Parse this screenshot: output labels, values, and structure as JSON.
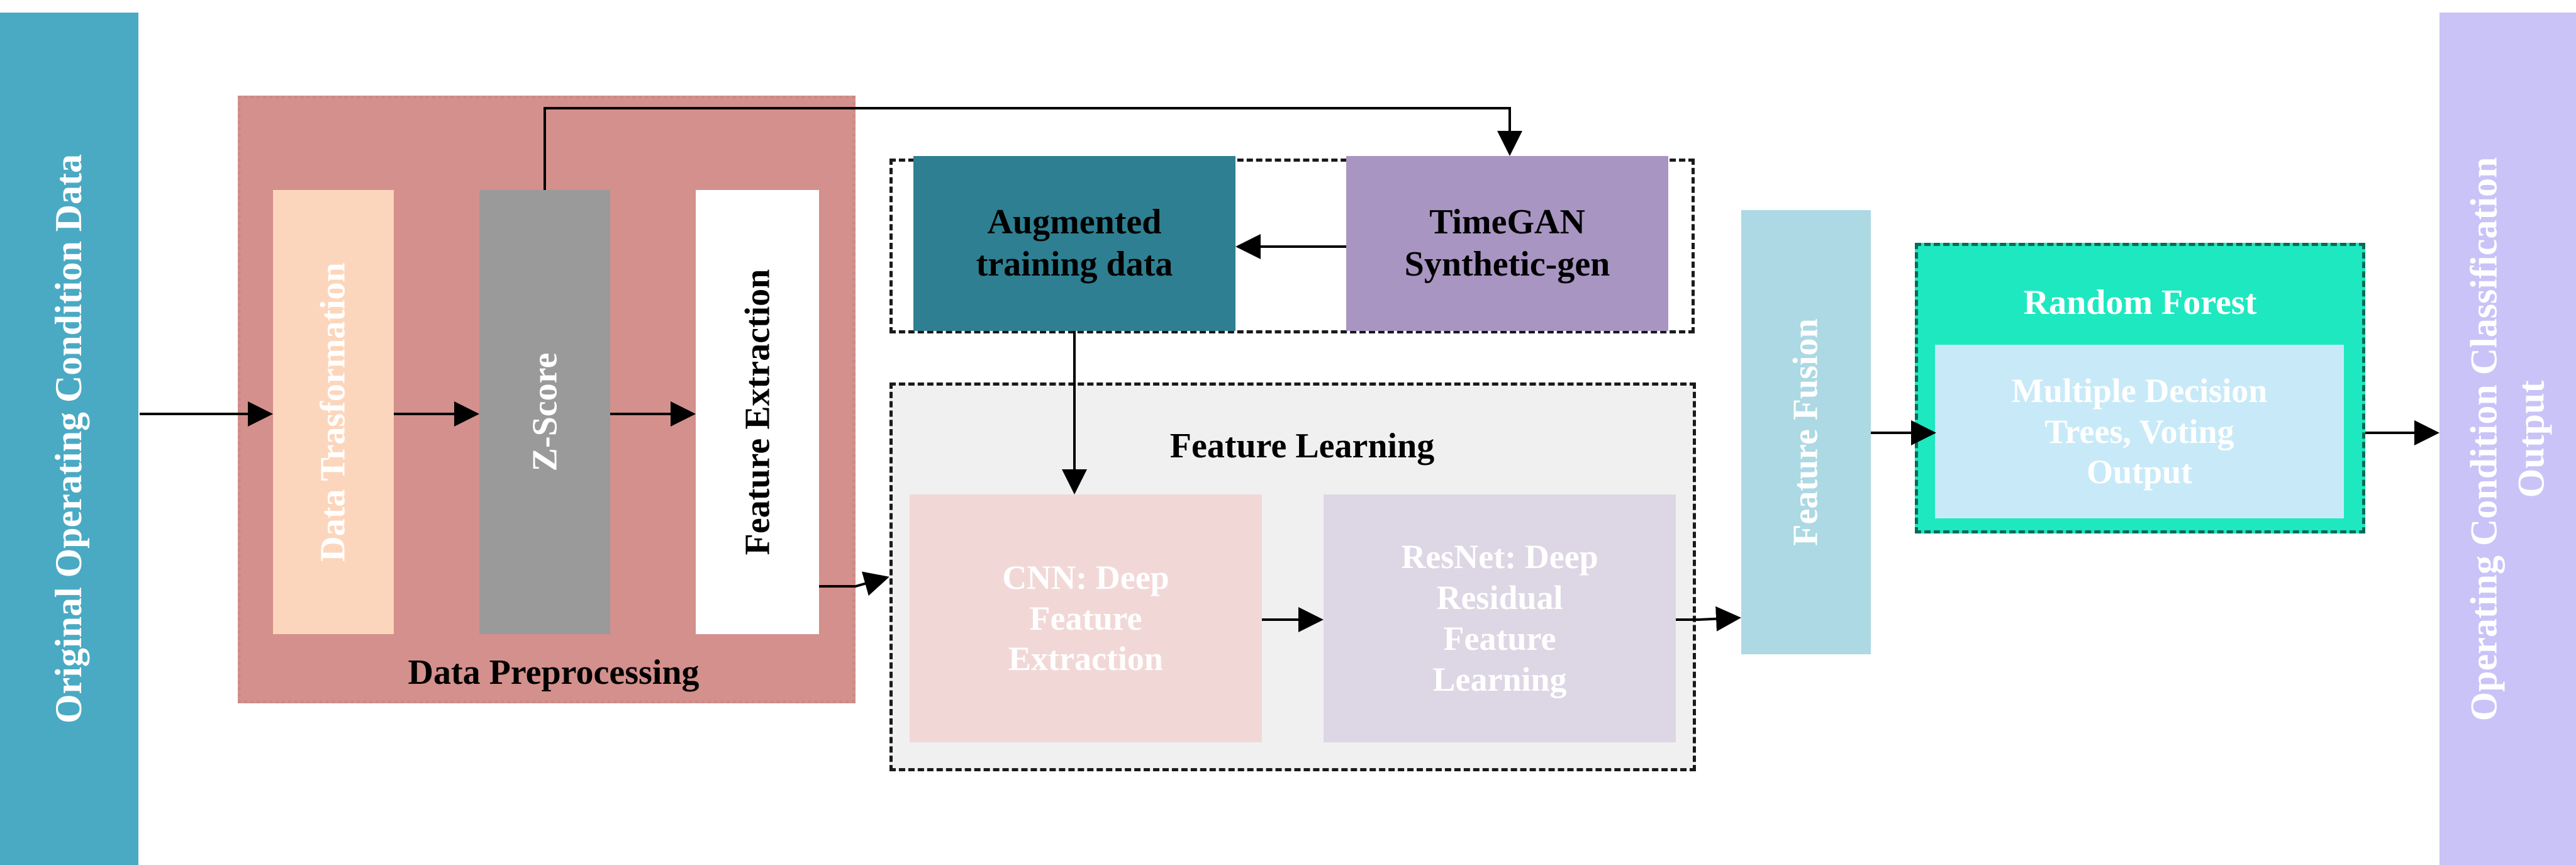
{
  "nodes": {
    "input": "Original Operating Condition Data",
    "data_transformation": "Data Trasformation",
    "z_score": "Z-Score",
    "feature_extraction": "Feature Extraction",
    "preprocessing_label": "Data Preprocessing",
    "augmented": [
      "Augmented",
      "training data"
    ],
    "timegan": [
      "TimeGAN",
      "Synthetic-gen"
    ],
    "feature_learning": "Feature Learning",
    "cnn": [
      "CNN: Deep",
      "Feature",
      "Extraction"
    ],
    "resnet": [
      "ResNet: Deep",
      "Residual",
      "Feature",
      "Learning"
    ],
    "feature_fusion": "Feature Fusion",
    "random_forest": "Random Forest",
    "decision_trees": [
      "Multiple Decision",
      "Trees, Voting",
      "Output"
    ],
    "output": [
      "Operating Condition Classification",
      "Output"
    ]
  },
  "colors": {
    "input_bar": "#4aaac4",
    "preprocessing_bg": "#d4908c",
    "data_transformation": "#fcd6bc",
    "z_score": "#9a9a9a",
    "augmented": "#2f7f92",
    "timegan": "#a895c1",
    "feature_learning_bg": "#f0f0f0",
    "cnn": "#f1d8d6",
    "resnet": "#ddd6e4",
    "feature_fusion": "#acd9e3",
    "random_forest_outer": "#1ee8c0",
    "decision_trees": "#c8eaf8",
    "output_bar": "#c9c3f7"
  }
}
